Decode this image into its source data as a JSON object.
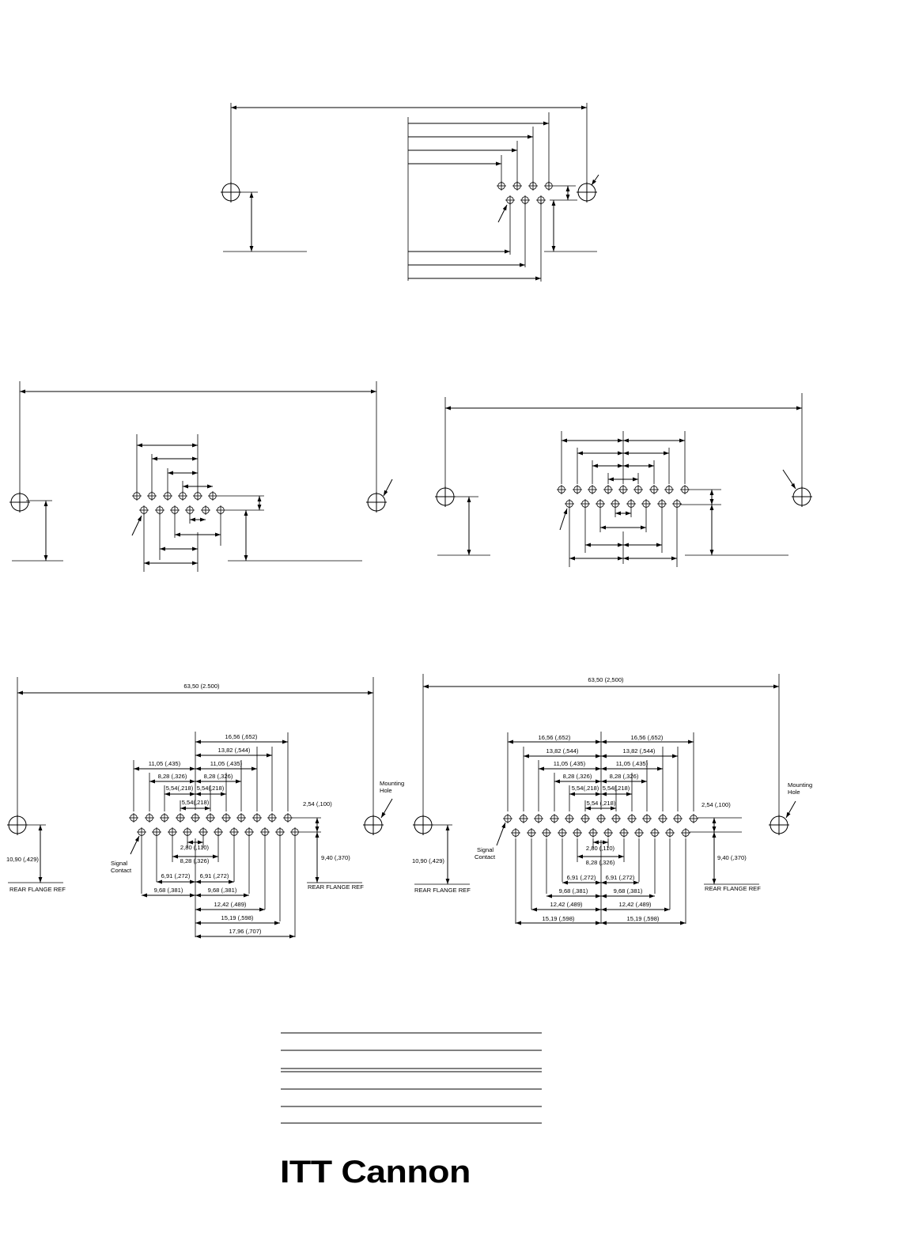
{
  "brand": {
    "name": "ITT Cannon"
  },
  "drawing_4": {
    "overall": "63,50 (2.500)",
    "row_pitch": "2,54 (,100)",
    "rear_offset_left": "10,90 (,429)",
    "rear_offset_right": "9,40 (,370)",
    "rear_flange_ref": "REAR FLANGE REF",
    "mounting_hole": [
      "Mounting",
      "Hole"
    ],
    "signal_contact": [
      "Signal",
      "Contact"
    ],
    "top_right": [
      "16,56 (,652)",
      "13,82 (,544)",
      "11,05 (,435)",
      "8,28 (,326)",
      "5,54(,218)"
    ],
    "top_left": [
      "11,05 (,435)",
      "8,28 (,326)",
      "5,54(,218)"
    ],
    "top_mid": "5,54(,218)",
    "bottom_center": [
      "2,80 (,110)",
      "8,28 (,326)"
    ],
    "bottom_left": [
      "6,91 (,272)",
      "9,68 (,381)"
    ],
    "bottom_right": [
      "6,91 (,272)",
      "9,68 (,381)",
      "12,42 (,489)",
      "15,19 (,598)",
      "17,96 (,707)"
    ]
  },
  "drawing_5": {
    "overall": "63,50 (2,500)",
    "row_pitch": "2,54 (,100)",
    "rear_offset_left": "10,90 (,429)",
    "rear_offset_right": "9,40 (,370)",
    "rear_flange_ref": "REAR FLANGE REF",
    "mounting_hole": [
      "Mounting",
      "Hole"
    ],
    "signal_contact": [
      "Signal",
      "Contact"
    ],
    "top_left": [
      "16,56 (,652)",
      "13,82 (,544)",
      "11,05 (,435)",
      "8,28 (,326)",
      "5,54(,218)"
    ],
    "top_right": [
      "16,56 (,652)",
      "13,82 (,544)",
      "11,05 (,435)",
      "8,28 (,326)",
      "5,54(,218)"
    ],
    "top_mid": "5,54 (,218)",
    "bottom_center": [
      "2,80 (,110)",
      "8,28 (,326)"
    ],
    "bottom_left": [
      "6,91 (,272)",
      "9,68 (,381)",
      "12,42 (,489)",
      "15,19 (,598)"
    ],
    "bottom_right": [
      "6,91 (,272)",
      "9,68 (,381)",
      "12,42 (,489)",
      "15,19 (,598)"
    ]
  }
}
